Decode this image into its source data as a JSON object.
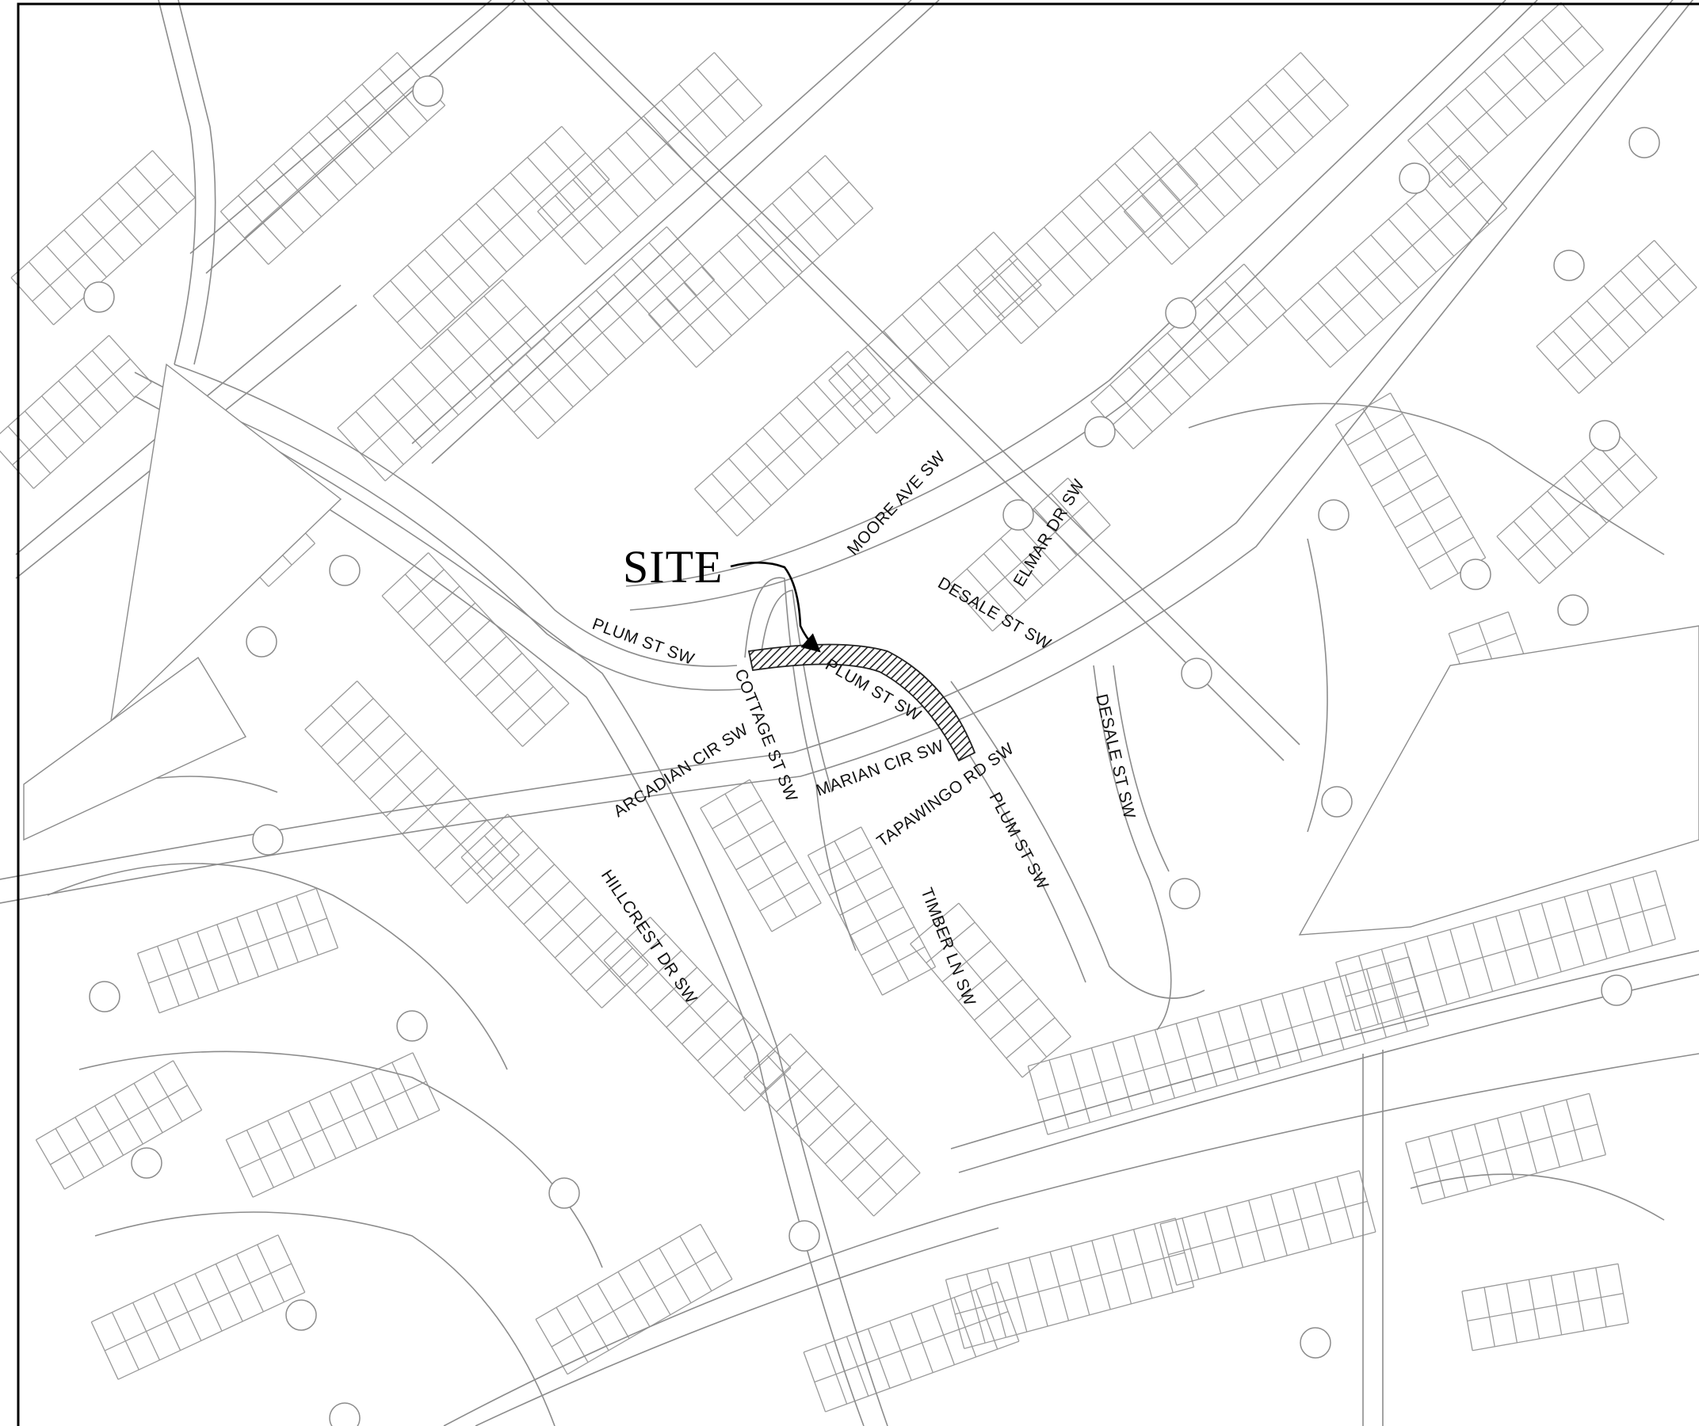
{
  "site": {
    "label": "SITE"
  },
  "streets": {
    "moore_ave": "MOORE AVE SW",
    "elmar_dr": "ELMAR DR SW",
    "desale_st_upper": "DESALE ST SW",
    "desale_st_lower": "DESALE ST SW",
    "plum_st_west": "PLUM ST SW",
    "plum_st_site": "PLUM ST SW",
    "plum_st_south": "PLUM ST SW",
    "cottage_st": "COTTAGE ST SW",
    "arcadian_cir": "ARCADIAN CIR SW",
    "marian_cir": "MARIAN CIR SW",
    "tapawingo_rd": "TAPAWINGO RD SW",
    "hillcrest_dr": "HILLCREST DR SW",
    "timber_ln": "TIMBER LN SW"
  },
  "colors": {
    "parcel_line": "#9a9a9a",
    "frame": "#000000",
    "site_hatch": "#222222",
    "background": "#ffffff"
  }
}
